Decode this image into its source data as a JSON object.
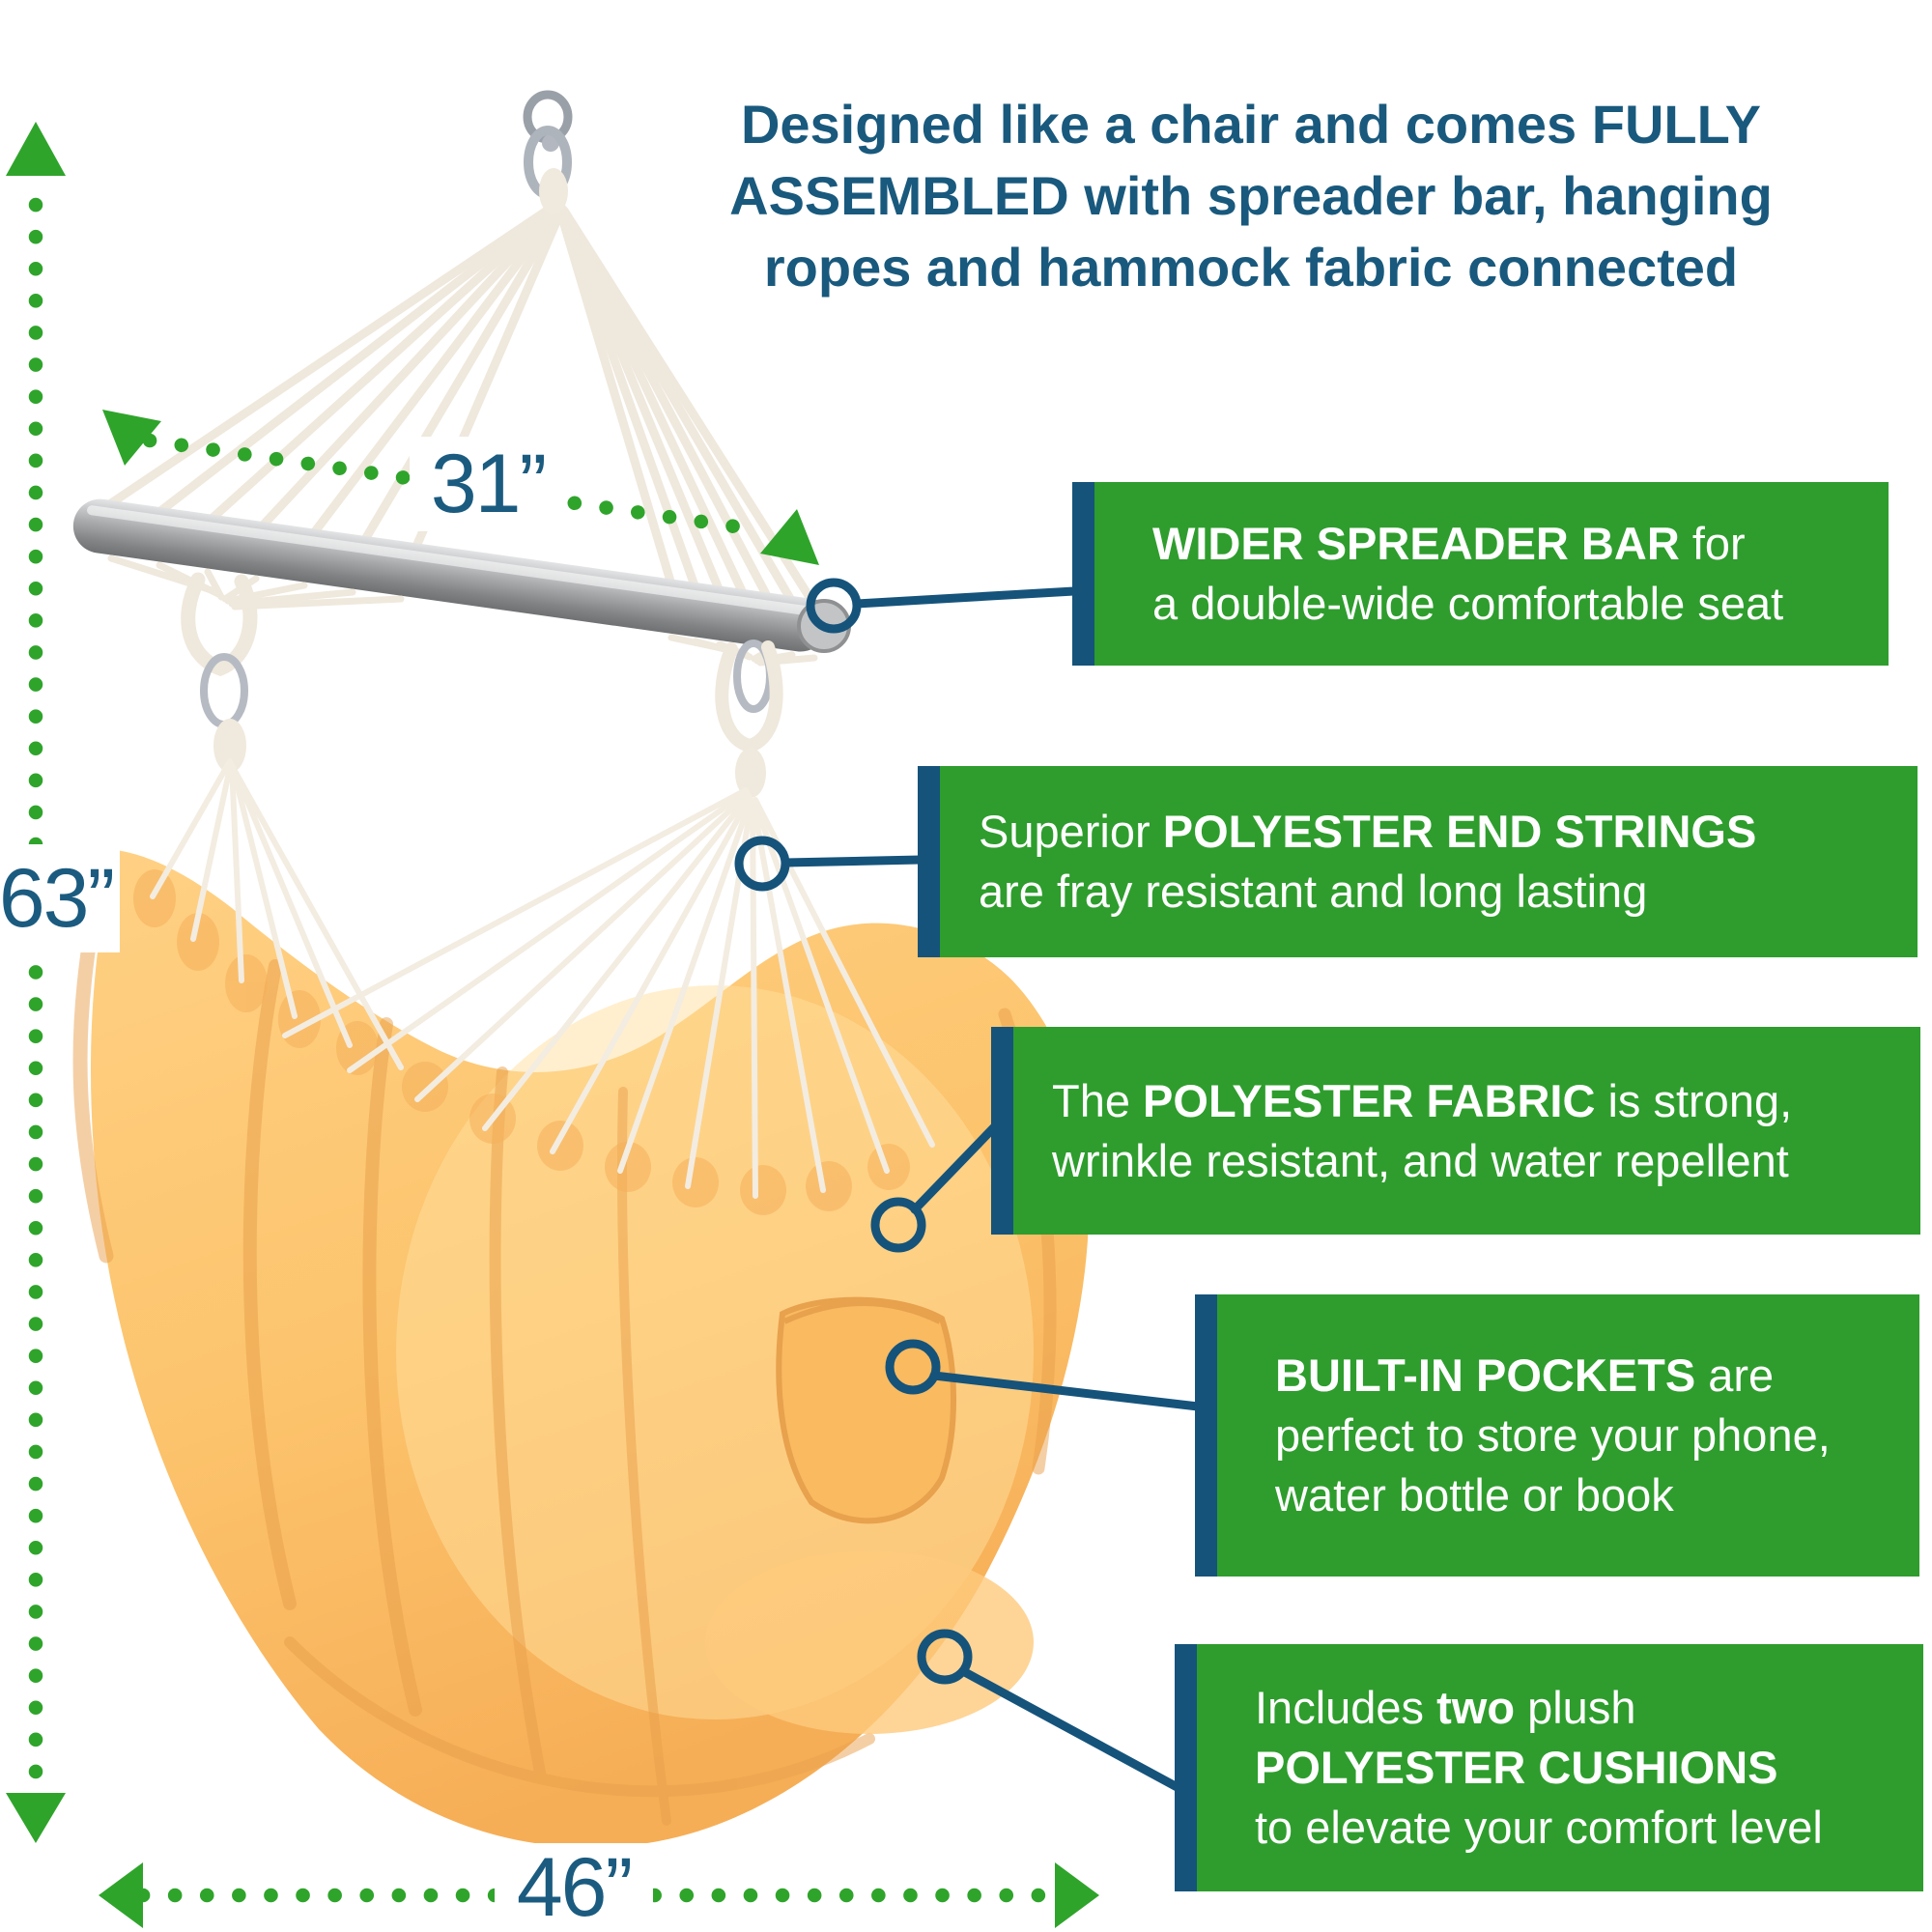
{
  "heading": {
    "line1": "Designed like a chair and comes FULLY",
    "line2": "ASSEMBLED with spreader bar, hanging",
    "line3": "ropes and hammock fabric connected"
  },
  "dimensions": {
    "spreader_bar_width": "31”",
    "hanging_height": "63”",
    "seat_width": "46”"
  },
  "callouts": [
    {
      "id": "wider-spreader-bar",
      "lines": [
        [
          {
            "t": "WIDER SPREADER BAR",
            "b": true
          },
          {
            "t": " for",
            "b": false
          }
        ],
        [
          {
            "t": "a double-wide comfortable seat",
            "b": false
          }
        ]
      ]
    },
    {
      "id": "polyester-end-strings",
      "lines": [
        [
          {
            "t": "Superior ",
            "b": false
          },
          {
            "t": "POLYESTER END STRINGS",
            "b": true
          }
        ],
        [
          {
            "t": "are fray resistant and long lasting",
            "b": false
          }
        ]
      ]
    },
    {
      "id": "polyester-fabric",
      "lines": [
        [
          {
            "t": "The ",
            "b": false
          },
          {
            "t": "POLYESTER FABRIC",
            "b": true
          },
          {
            "t": " is strong,",
            "b": false
          }
        ],
        [
          {
            "t": "wrinkle resistant, and water repellent",
            "b": false
          }
        ]
      ]
    },
    {
      "id": "built-in-pockets",
      "lines": [
        [
          {
            "t": "BUILT-IN POCKETS",
            "b": true
          },
          {
            "t": " are",
            "b": false
          }
        ],
        [
          {
            "t": "perfect to store your phone,",
            "b": false
          }
        ],
        [
          {
            "t": "water bottle or book",
            "b": false
          }
        ]
      ]
    },
    {
      "id": "polyester-cushions",
      "lines": [
        [
          {
            "t": "Includes ",
            "b": false
          },
          {
            "t": "two",
            "b": true
          },
          {
            "t": " plush",
            "b": false
          }
        ],
        [
          {
            "t": "POLYESTER CUSHIONS",
            "b": true
          }
        ],
        [
          {
            "t": "to elevate your comfort level",
            "b": false
          }
        ]
      ]
    }
  ],
  "colors": {
    "callout_green": "#2e9d2d",
    "navy_accent": "#15537b",
    "teal_text": "#19597d",
    "dimension_green": "#2fa42b",
    "fabric_yellow": "#fcc36c",
    "bar_gray": "#9c9ea1",
    "rope_white": "#efe8dc"
  },
  "icons": {
    "up_arrow": "dimension-arrow-up-icon",
    "down_arrow": "dimension-arrow-down-icon",
    "left_arrow": "dimension-arrow-left-icon",
    "right_arrow": "dimension-arrow-right-icon",
    "hook": "hanging-hook-icon"
  }
}
